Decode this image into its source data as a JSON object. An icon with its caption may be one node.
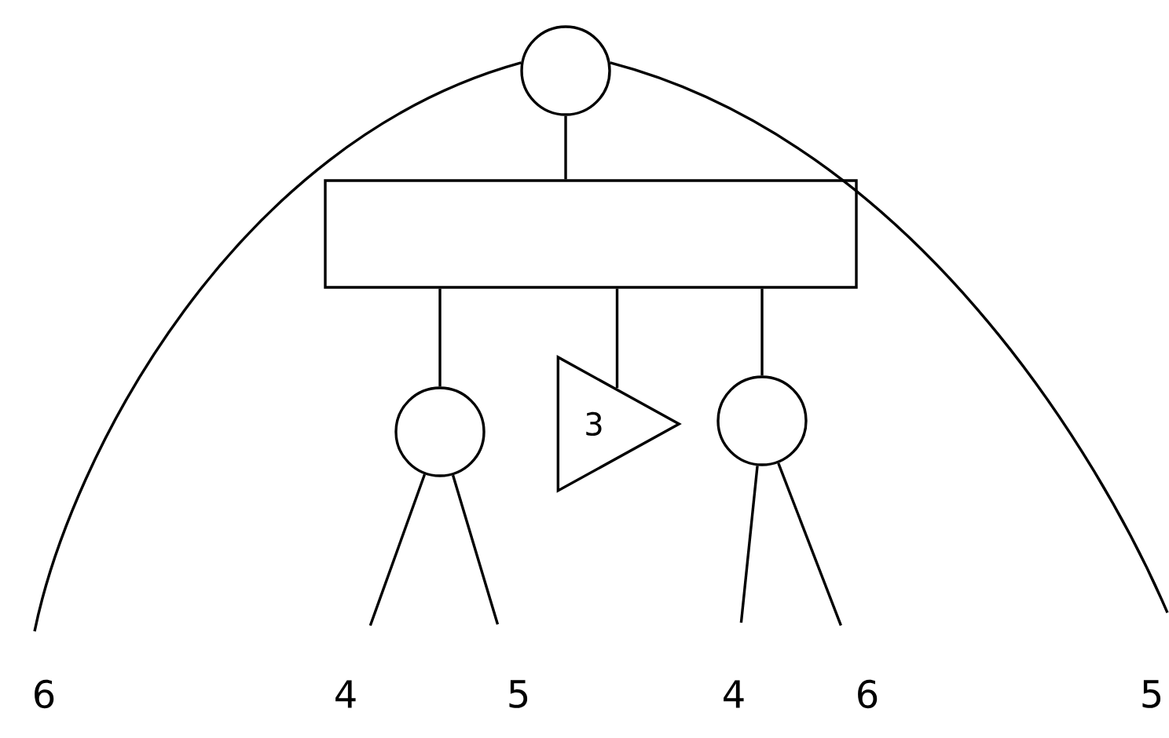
{
  "diagram": {
    "nodes": [
      {
        "text": [],
        "shape": "circle"
      },
      {
        "text": [],
        "shape": "box"
      },
      {
        "text": [],
        "shape": "circle"
      },
      {
        "text": [
          "3"
        ]
      },
      {
        "text": [],
        "shape": "circle"
      },
      {
        "text": [
          "6"
        ]
      },
      {
        "text": [
          "4"
        ]
      },
      {
        "text": [
          "5"
        ]
      },
      {
        "text": [
          "4"
        ]
      },
      {
        "text": [
          "6"
        ]
      },
      {
        "text": [
          "5"
        ]
      }
    ],
    "edges": [
      {
        "from": 0,
        "to": 5,
        "arrow": "none"
      },
      {
        "from": 0,
        "to": 10,
        "arrow": "none"
      },
      {
        "from": 0,
        "to": 1,
        "arrow": "none"
      },
      {
        "from": 1,
        "to": 2,
        "arrow": "none"
      },
      {
        "from": 1,
        "to": 3,
        "arrow": "none"
      },
      {
        "from": 1,
        "to": 4,
        "arrow": "none"
      },
      {
        "from": 2,
        "to": 6,
        "arrow": "none"
      },
      {
        "from": 2,
        "to": 7,
        "arrow": "none"
      },
      {
        "from": 4,
        "to": 8,
        "arrow": "none"
      },
      {
        "from": 4,
        "to": 9,
        "arrow": "none"
      }
    ]
  }
}
